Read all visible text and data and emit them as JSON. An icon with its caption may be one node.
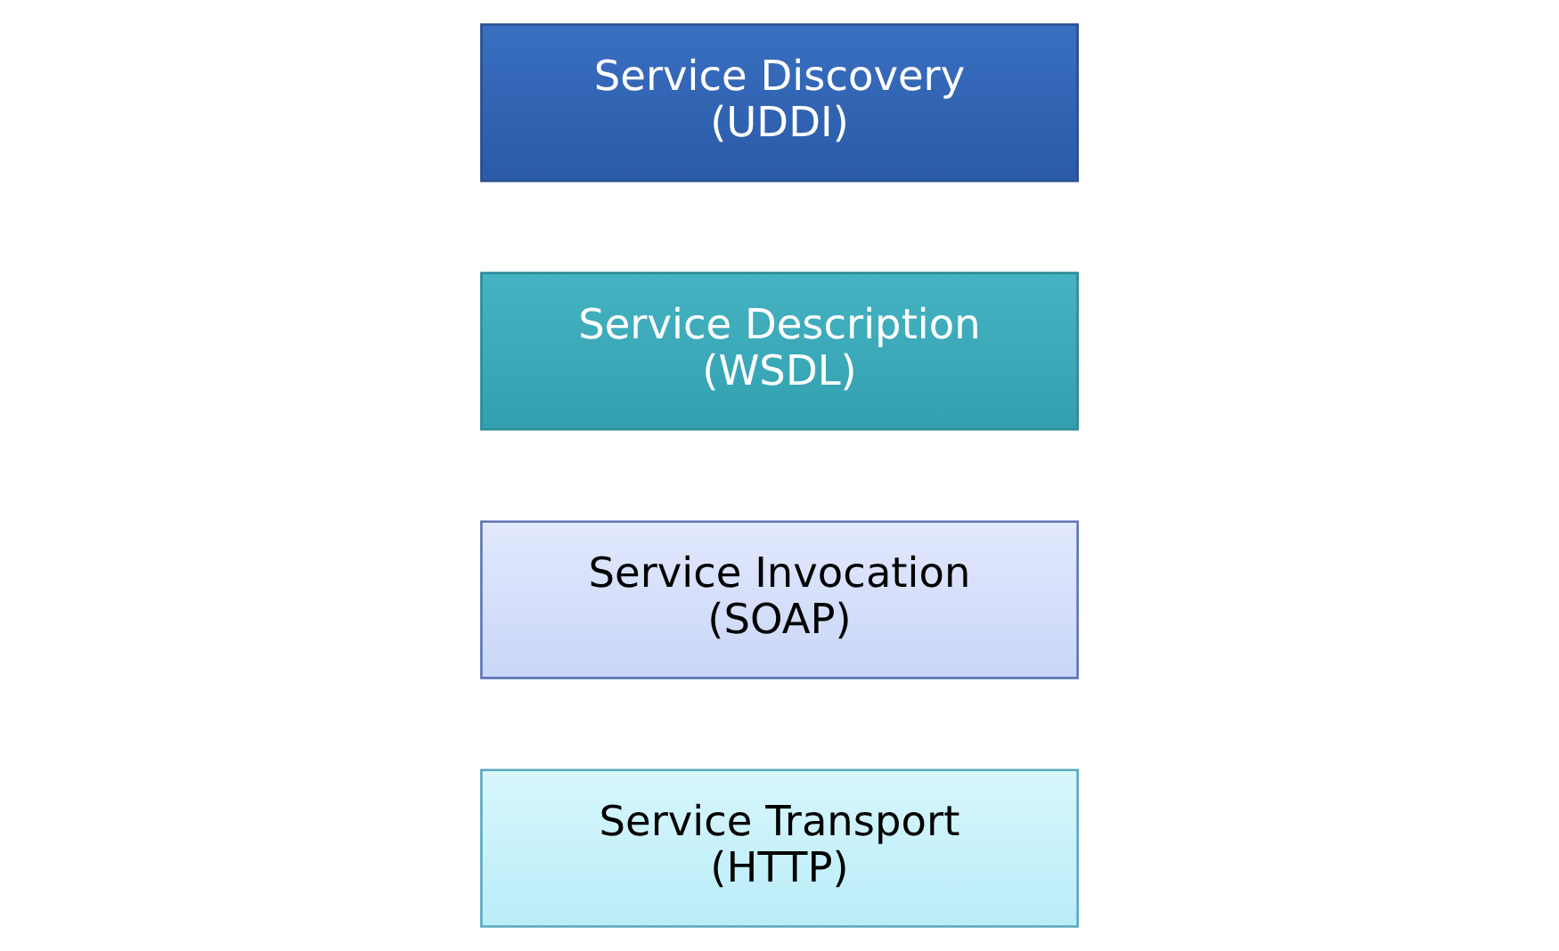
{
  "diagram": {
    "nodes": [
      {
        "text": [
          "Service Discovery (UDDI)"
        ]
      },
      {
        "text": [
          "Service Description (WSDL)"
        ]
      },
      {
        "text": [
          "Service Invocation (SOAP)"
        ]
      },
      {
        "text": [
          "Service Transport (HTTP)"
        ]
      }
    ]
  }
}
